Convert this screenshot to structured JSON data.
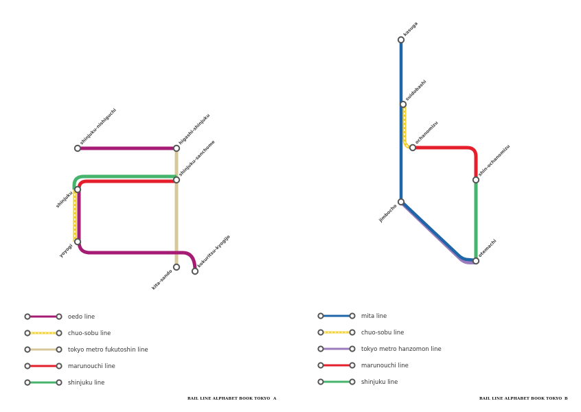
{
  "colors": {
    "oedo": "#a61c74",
    "chuo_sobu": "#f2cf2a",
    "fukutoshin": "#d8c79b",
    "marunouchi": "#e41e2b",
    "shinjuku": "#46b46c",
    "mita": "#1f66a8",
    "hanzomon": "#9a7bbb",
    "node_stroke": "#555555",
    "node_fill": "#ffffff"
  },
  "pageA": {
    "footer": "RAIL LINE ALPHABET BOOK TOKYO",
    "letter": "A",
    "stations": [
      "shinjuku-nishiguchi",
      "higashi-shinjuku",
      "shinjuku-sanchome",
      "shinjuku",
      "yoyogi",
      "kita-sando",
      "kokuritsu-kyogijo"
    ],
    "legend": [
      {
        "label": "oedo line",
        "line": "oedo"
      },
      {
        "label": "chuo-sobu line",
        "line": "chuo_sobu"
      },
      {
        "label": "tokyo metro fukutoshin line",
        "line": "fukutoshin"
      },
      {
        "label": "marunouchi line",
        "line": "marunouchi"
      },
      {
        "label": "shinjuku line",
        "line": "shinjuku"
      }
    ]
  },
  "pageB": {
    "footer": "RAIL LINE ALPHABET BOOK TOKYO",
    "letter": "B",
    "stations": [
      "kasuga",
      "suidobashi",
      "ochanomizu",
      "shin-ochanomizu",
      "jimbocho",
      "otemachi"
    ],
    "legend": [
      {
        "label": "mita line",
        "line": "mita"
      },
      {
        "label": "chuo-sobu line",
        "line": "chuo_sobu"
      },
      {
        "label": "tokyo metro hanzomon line",
        "line": "hanzomon"
      },
      {
        "label": "marunouchi line",
        "line": "marunouchi"
      },
      {
        "label": "shinjuku line",
        "line": "shinjuku"
      }
    ]
  }
}
